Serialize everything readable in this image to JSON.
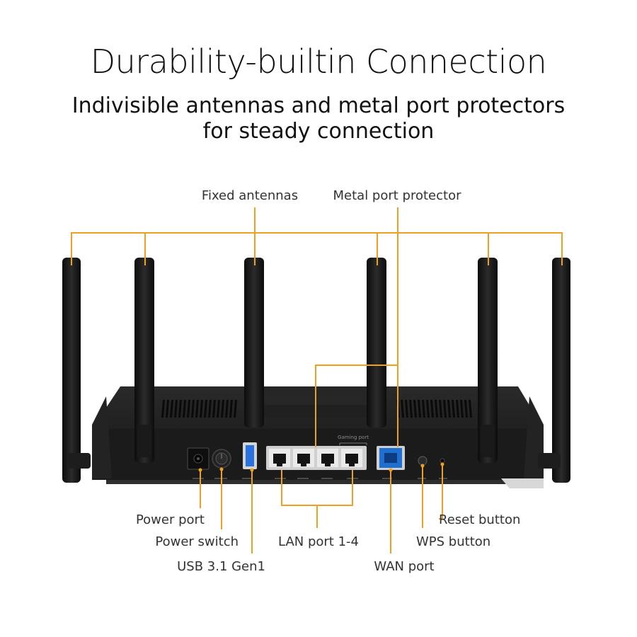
{
  "heading": {
    "title": "Durability-builtin Connection",
    "subtitle_line1": "Indivisible antennas and metal port protectors",
    "subtitle_line2": "for steady connection"
  },
  "callouts": {
    "fixed_antennas": "Fixed antennas",
    "metal_port_protector": "Metal port protector",
    "power_port": "Power port",
    "power_switch": "Power switch",
    "usb": "USB 3.1 Gen1",
    "lan_ports": "LAN port 1-4",
    "wan_port": "WAN port",
    "wps_button": "WPS button",
    "reset_button": "Reset button"
  },
  "device": {
    "gaming_port_label": "Gaming port"
  },
  "colors": {
    "accent": "#f0a020",
    "device_body": "#1a1a1a",
    "wan_port": "#1f6fd1",
    "usb_port": "#2a72e0"
  }
}
